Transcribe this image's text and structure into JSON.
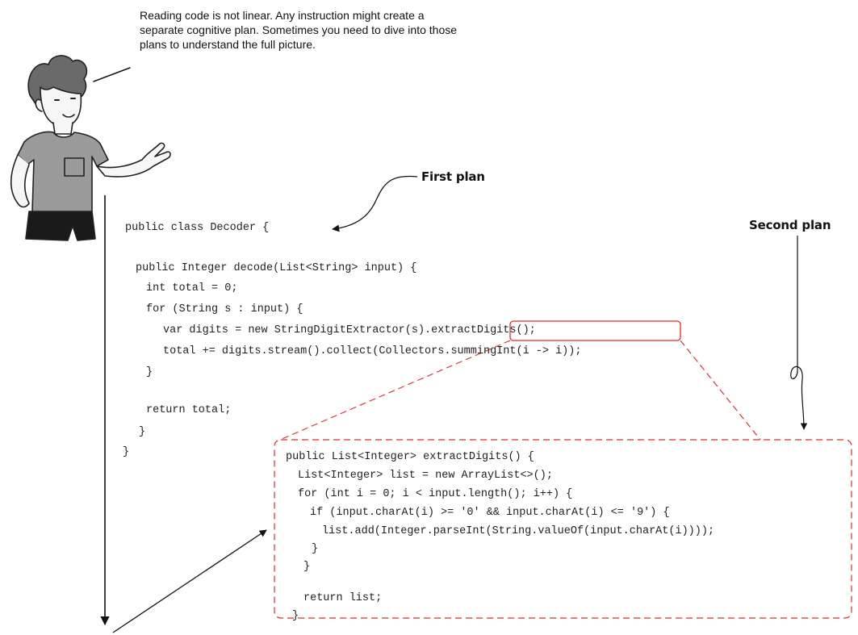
{
  "speech_bubble": {
    "text": "Reading code is not linear. Any instruction might create a separate cognitive plan. Sometimes you need to dive into those plans to understand the full picture."
  },
  "labels": {
    "first_plan": "First plan",
    "second_plan": "Second plan"
  },
  "decoder_code": {
    "class_line": "public class Decoder {",
    "method_line": "public Integer decode(List<String> input) {",
    "total_init": "int total = 0;",
    "for_line": "for (String s : input) {",
    "digits_prefix": "var digits = new StringDigitExtractor(s).",
    "digits_call": "extractDigits();",
    "total_line": "total += digits.stream().collect(Collectors.summingInt(i -> i));",
    "for_close": "}",
    "return_line": "return total;",
    "method_close": "}",
    "class_close": "}"
  },
  "extract_code": {
    "signature": "public List<Integer> extractDigits() {",
    "list_init": "List<Integer> list = new ArrayList<>();",
    "for_line": "for (int i = 0; i < input.length(); i++) {",
    "if_line": "if (input.charAt(i) >= '0' && input.charAt(i) <= '9') {",
    "add_line": "list.add(Integer.parseInt(String.valueOf(input.charAt(i))));",
    "if_close": "}",
    "for_close": "}",
    "return_line": "return list;",
    "method_close": "}"
  },
  "colors": {
    "highlight": "#e32b2b",
    "ink": "#111111"
  }
}
